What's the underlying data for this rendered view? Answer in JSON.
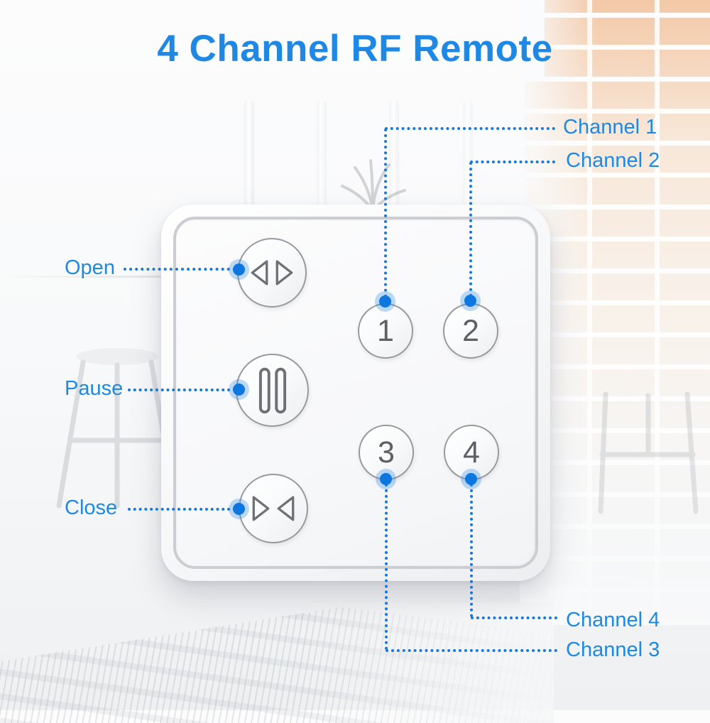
{
  "title": "4 Channel RF Remote",
  "colors": {
    "accent_text_blue": "#1E88E5",
    "accent_line_blue": "#1577DF",
    "accent_dot_blue": "#0E76DF",
    "icon_stroke_gray": "#6E7075",
    "panel_white": "#FFFFFF",
    "brick_tint": "#EEAD7A"
  },
  "panel": {
    "control_buttons": {
      "open": {
        "icon": "open-arrows-icon"
      },
      "pause": {
        "icon": "pause-icon"
      },
      "close": {
        "icon": "close-arrows-icon"
      }
    },
    "channel_buttons": {
      "b1": "1",
      "b2": "2",
      "b3": "3",
      "b4": "4"
    }
  },
  "annotations": {
    "open": "Open",
    "pause": "Pause",
    "close": "Close",
    "channel1": "Channel 1",
    "channel2": "Channel 2",
    "channel3": "Channel 3",
    "channel4": "Channel 4"
  }
}
